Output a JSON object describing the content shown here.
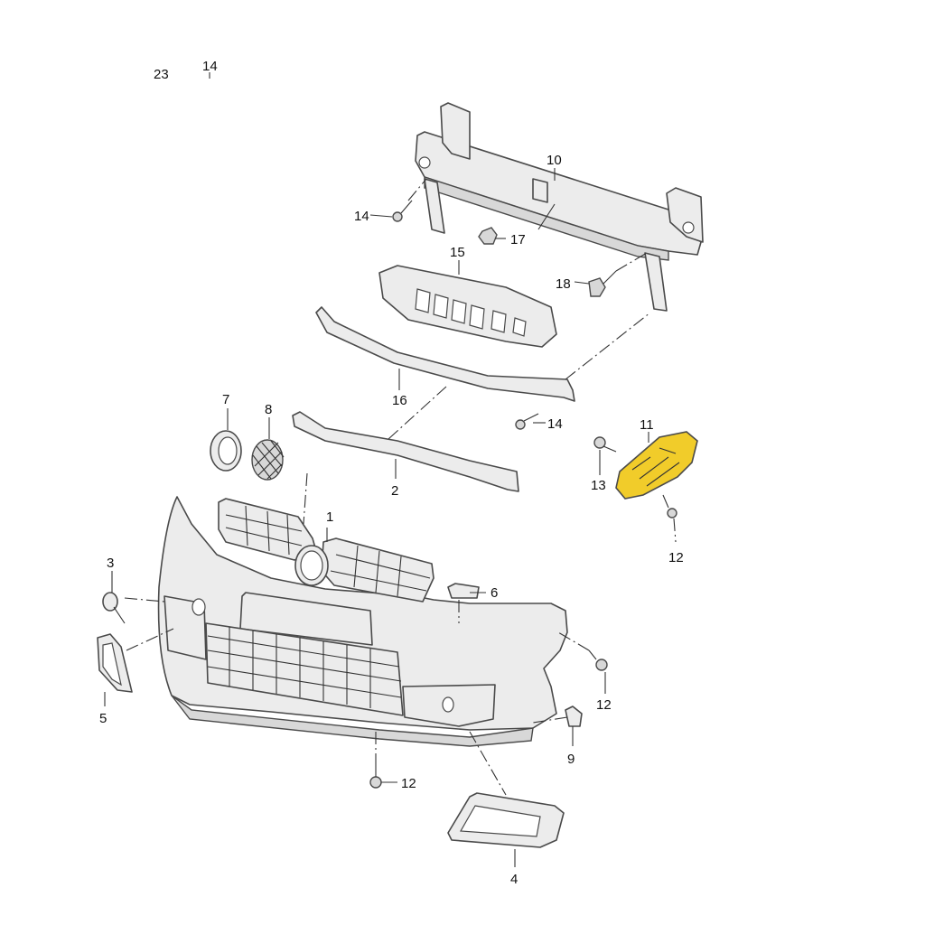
{
  "header": {
    "num_a": "23",
    "num_b": "14"
  },
  "callouts": [
    {
      "id": "c1",
      "text": "1"
    },
    {
      "id": "c2",
      "text": "2"
    },
    {
      "id": "c3",
      "text": "3"
    },
    {
      "id": "c4",
      "text": "4"
    },
    {
      "id": "c5",
      "text": "5"
    },
    {
      "id": "c6",
      "text": "6"
    },
    {
      "id": "c7",
      "text": "7"
    },
    {
      "id": "c8",
      "text": "8"
    },
    {
      "id": "c9",
      "text": "9"
    },
    {
      "id": "c10",
      "text": "10"
    },
    {
      "id": "c11",
      "text": "11"
    },
    {
      "id": "c12a",
      "text": "12"
    },
    {
      "id": "c12b",
      "text": "12"
    },
    {
      "id": "c12c",
      "text": "12"
    },
    {
      "id": "c13",
      "text": "13"
    },
    {
      "id": "c14a",
      "text": "14"
    },
    {
      "id": "c14b",
      "text": "14"
    },
    {
      "id": "c15",
      "text": "15"
    },
    {
      "id": "c16",
      "text": "16"
    },
    {
      "id": "c17",
      "text": "17"
    },
    {
      "id": "c18",
      "text": "18"
    }
  ],
  "colors": {
    "highlight": "#f1cc2a",
    "line": "#4a4a4a",
    "fill": "#ececec"
  }
}
